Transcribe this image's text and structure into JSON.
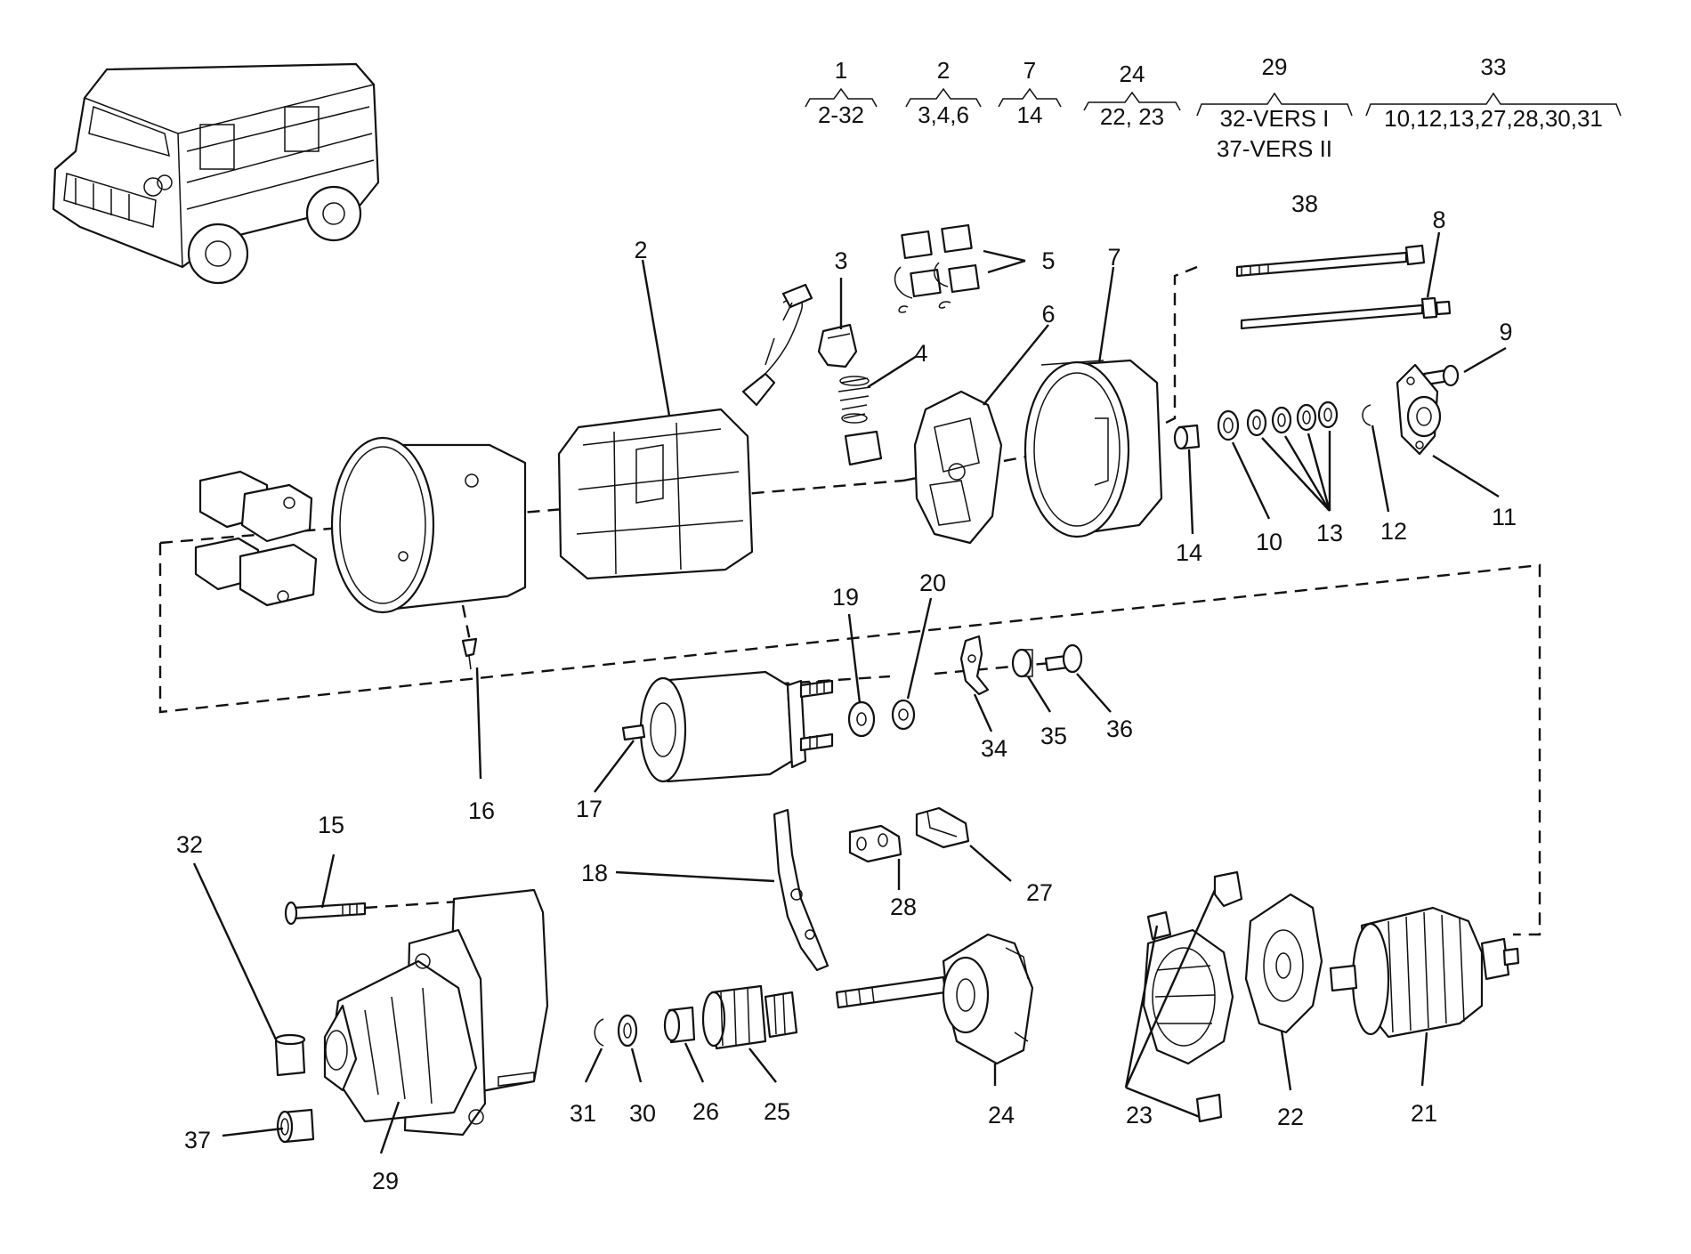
{
  "groups": [
    {
      "head": "1",
      "items": [
        "2-32"
      ]
    },
    {
      "head": "2",
      "items": [
        "3,4,6"
      ]
    },
    {
      "head": "7",
      "items": [
        "14"
      ]
    },
    {
      "head": "24",
      "items": [
        "22, 23"
      ]
    },
    {
      "head": "29",
      "items": [
        "32-VERS I",
        "37-VERS II"
      ]
    },
    {
      "head": "33",
      "items": [
        "10,12,13,27,28,30,31"
      ]
    }
  ],
  "labels": {
    "n2": "2",
    "n3": "3",
    "n4": "4",
    "n5": "5",
    "n6": "6",
    "n7": "7",
    "n8": "8",
    "n9": "9",
    "n10": "10",
    "n11": "11",
    "n12": "12",
    "n13": "13",
    "n14": "14",
    "n15": "15",
    "n16": "16",
    "n17": "17",
    "n18": "18",
    "n19": "19",
    "n20": "20",
    "n21": "21",
    "n22": "22",
    "n23": "23",
    "n24": "24",
    "n25": "25",
    "n26": "26",
    "n27": "27",
    "n28": "28",
    "n29": "29",
    "n30": "30",
    "n31": "31",
    "n32": "32",
    "n34": "34",
    "n35": "35",
    "n36": "36",
    "n37": "37",
    "n38": "38"
  }
}
